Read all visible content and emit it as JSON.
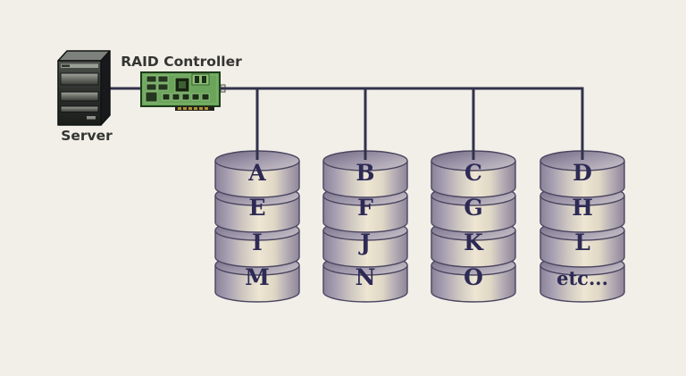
{
  "labels": {
    "server": "Server",
    "raid_controller": "RAID Controller"
  },
  "disk_stacks": [
    {
      "name": "disk-stack-1",
      "platters": [
        "A",
        "E",
        "I",
        "M"
      ]
    },
    {
      "name": "disk-stack-2",
      "platters": [
        "B",
        "F",
        "J",
        "N"
      ]
    },
    {
      "name": "disk-stack-3",
      "platters": [
        "C",
        "G",
        "K",
        "O"
      ]
    },
    {
      "name": "disk-stack-4",
      "platters": [
        "D",
        "H",
        "L",
        "etc..."
      ]
    }
  ],
  "colors": {
    "background": "#f1efe8",
    "connector_line": "#32314b",
    "disk_letter": "#2d2a55",
    "disk_outline": "#4a4560",
    "label_text": "#343431",
    "card_green": "#6aa55b"
  }
}
